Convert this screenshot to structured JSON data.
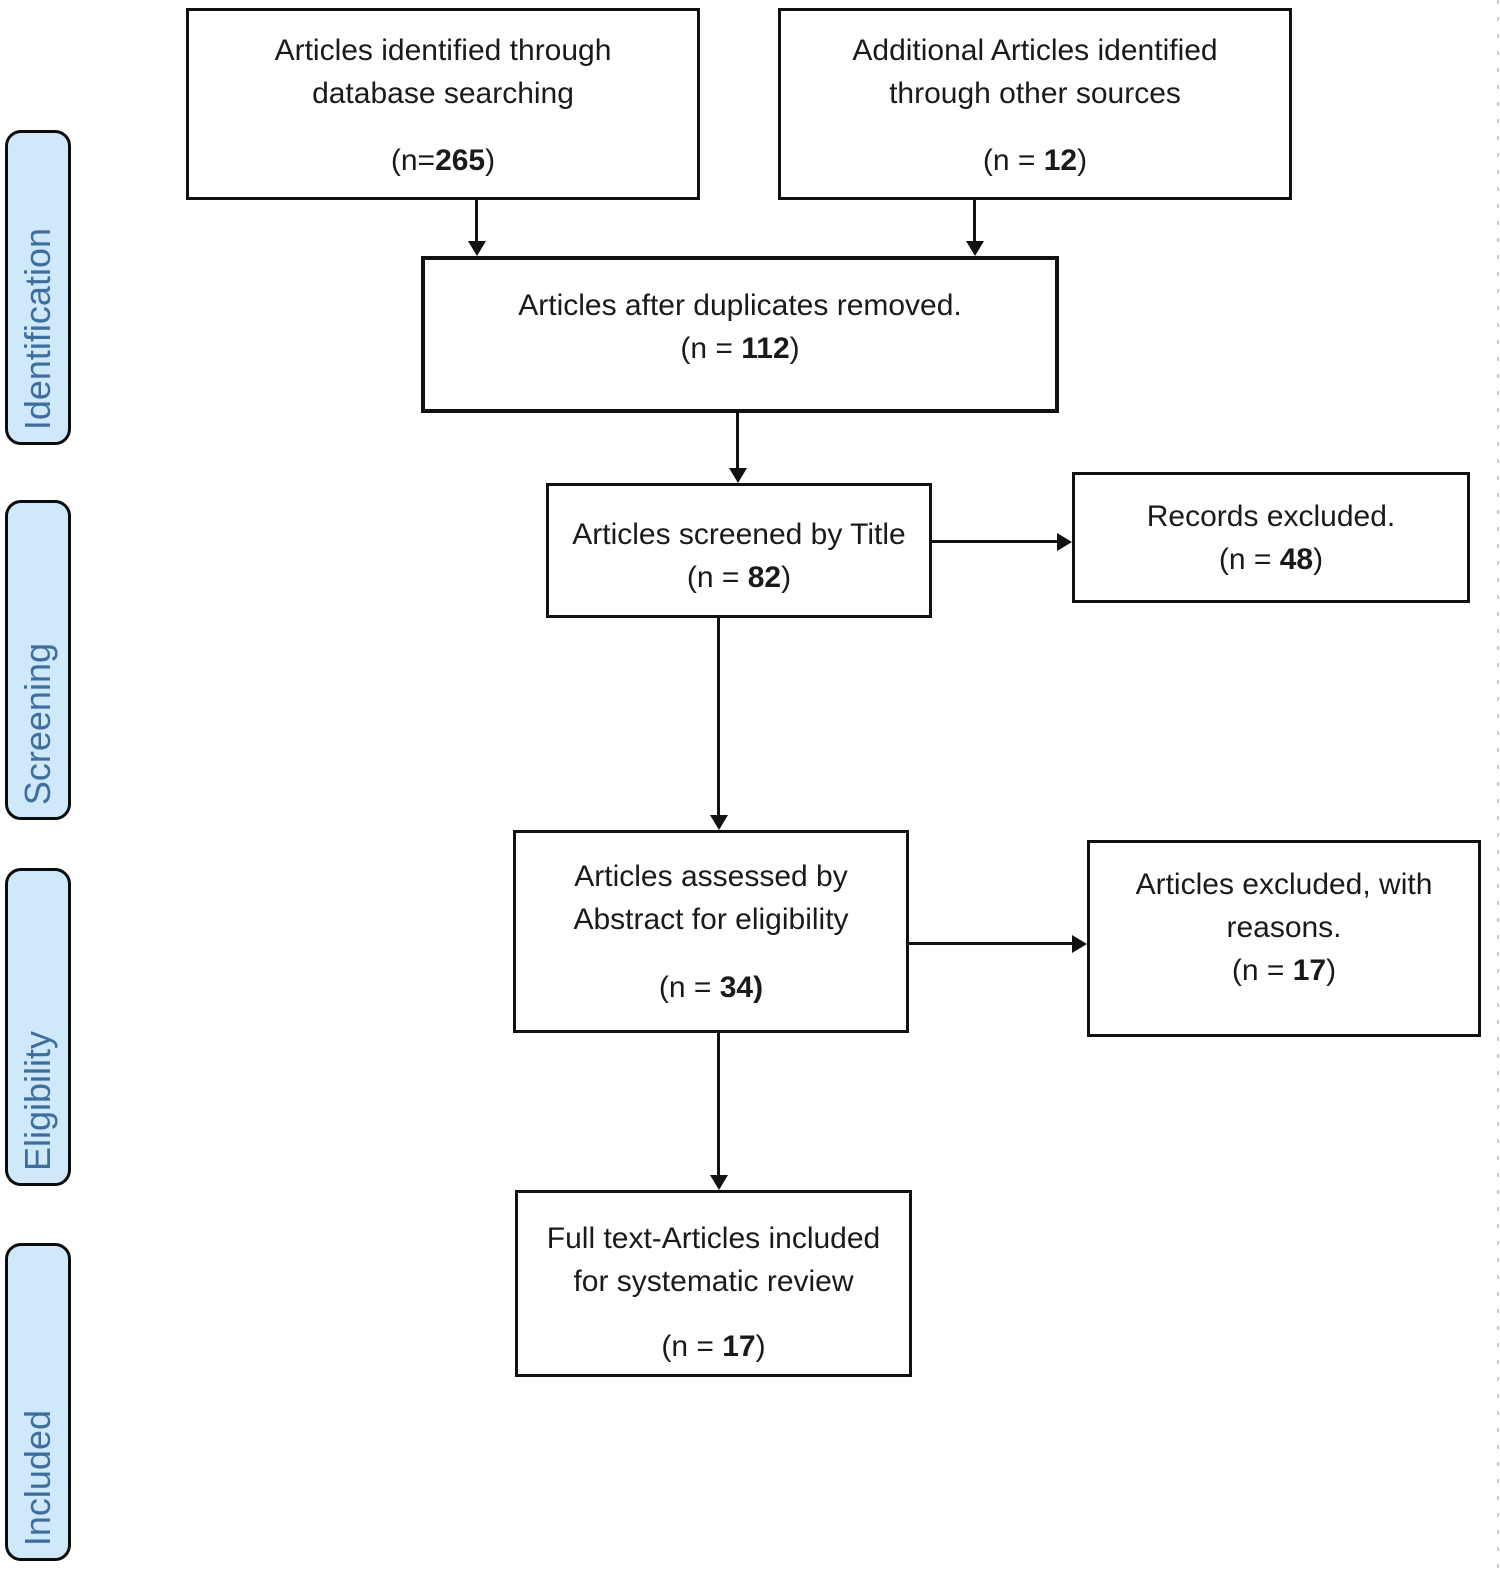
{
  "diagram": {
    "stages": [
      {
        "label": "Identification"
      },
      {
        "label": "Screening"
      },
      {
        "label": "Eligibility"
      },
      {
        "label": "Included"
      }
    ],
    "boxes": {
      "database": {
        "line1": "Articles identified through",
        "line2": "database searching",
        "count_prefix": "(n=",
        "count_value": "265",
        "count_suffix": ")"
      },
      "other_sources": {
        "line1": "Additional Articles identified",
        "line2": "through other sources",
        "count_prefix": "(n = ",
        "count_value": "12",
        "count_suffix": ")"
      },
      "duplicates_removed": {
        "line1": "Articles after duplicates removed.",
        "count_prefix": "(n = ",
        "count_value": "112",
        "count_suffix": ")"
      },
      "title_screened": {
        "line1": "Articles screened by Title",
        "count_prefix": "(n = ",
        "count_value": "82",
        "count_suffix": ")"
      },
      "records_excluded": {
        "line1": "Records excluded.",
        "count_prefix": "(n = ",
        "count_value": "48",
        "count_suffix": ")"
      },
      "abstract_assessed": {
        "line1": "Articles assessed by",
        "line2": "Abstract for eligibility",
        "count_prefix": "(n = ",
        "count_value": "34)",
        "count_suffix": ""
      },
      "articles_excluded": {
        "line1": "Articles excluded, with",
        "line2": "reasons.",
        "count_prefix": "(n = ",
        "count_value": "17",
        "count_suffix": ")"
      },
      "full_text_included": {
        "line1": "Full text-Articles included",
        "line2": "for systematic review",
        "count_prefix": "(n = ",
        "count_value": "17",
        "count_suffix": ")"
      }
    },
    "colors": {
      "stage_fill": "#d0e9fa",
      "stage_text": "#3e6d9f",
      "page_edge": "#c9c9c9"
    }
  }
}
